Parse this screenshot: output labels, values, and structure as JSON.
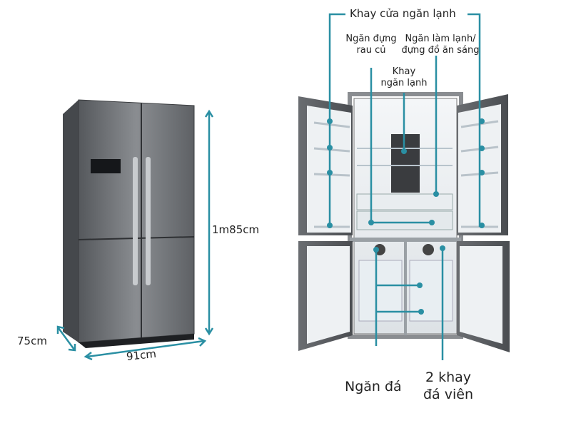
{
  "colors": {
    "accent": "#2a8fa3",
    "steel": "#6b6e72",
    "dark": "#3a3c3f"
  },
  "dimensions": {
    "height": "1m85cm",
    "width": "91cm",
    "depth": "75cm"
  },
  "labels": {
    "freezer_door_tray": "Khay cửa ngăn lạnh",
    "vegetable_drawer_l1": "Ngăn đựng",
    "vegetable_drawer_l2": "rau củ",
    "chiller_l1": "Ngăn làm lạnh/",
    "chiller_l2": "đựng đồ ăn sáng",
    "fridge_shelf_l1": "Khay",
    "fridge_shelf_l2": "ngăn lạnh",
    "freezer": "Ngăn đá",
    "ice_tray_l1": "2 khay",
    "ice_tray_l2": "đá viên"
  }
}
